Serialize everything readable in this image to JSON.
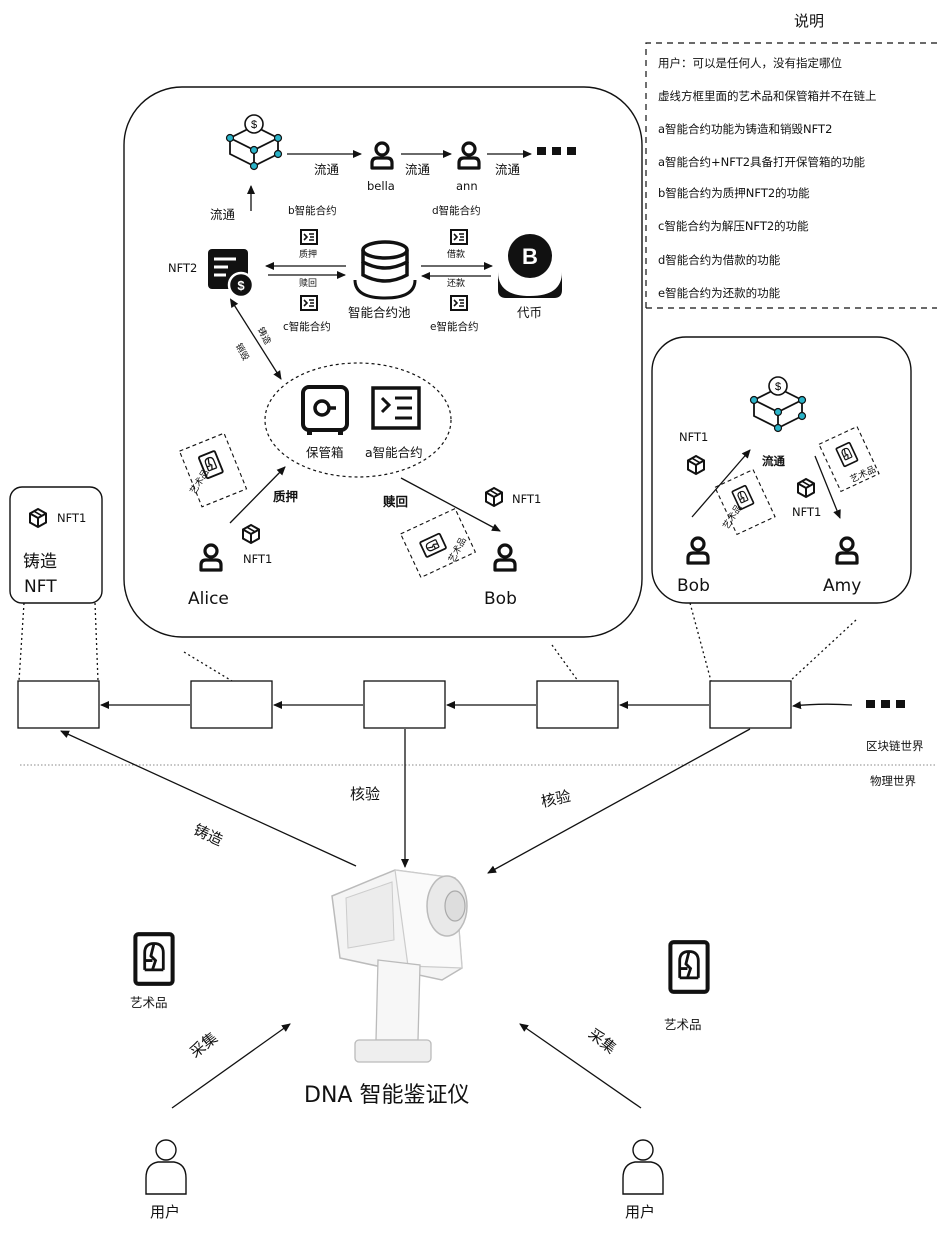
{
  "legend": {
    "title": "说明",
    "items": [
      "用户：可以是任何人，没有指定哪位",
      "虚线方框里面的艺术品和保管箱并不在链上",
      "a智能合约功能为铸造和销毁NFT2",
      "a智能合约+NFT2具备打开保管箱的功能",
      "b智能合约为质押NFT2的功能",
      "c智能合约为解压NFT2的功能",
      "d智能合约为借款的功能",
      "e智能合约为还款的功能"
    ]
  },
  "main_panel": {
    "circulate_labels": [
      "流通",
      "流通",
      "流通",
      "流通"
    ],
    "bella": "bella",
    "ann": "ann",
    "b_contract": "b智能合约",
    "d_contract": "d智能合约",
    "c_contract": "c智能合约",
    "e_contract": "e智能合约",
    "pledge": "质押",
    "redeem": "赎回",
    "borrow": "借款",
    "repay": "还款",
    "nft2": "NFT2",
    "pool": "智能合约池",
    "token": "代币",
    "mint_vertical": "铸造",
    "burn_vertical": "销毁",
    "safe_box": "保管箱",
    "a_contract": "a智能合约",
    "pledge_bold": "质押",
    "redeem_bold": "赎回",
    "nft1_a": "NFT1",
    "nft1_b": "NFT1",
    "artwork_small": "艺术品",
    "alice": "Alice",
    "bob": "Bob"
  },
  "right_panel": {
    "nft1_a": "NFT1",
    "nft1_b": "NFT1",
    "circulate": "流通",
    "artwork_small": "艺术品",
    "bob": "Bob",
    "amy": "Amy"
  },
  "left_panel": {
    "nft1": "NFT1",
    "mint_line1": "铸造",
    "mint_line2": "NFT"
  },
  "chain": {
    "blockchain_world": "区块链世界",
    "physical_world": "物理世界"
  },
  "physical": {
    "verify_left": "核验",
    "verify_right": "核验",
    "mint": "铸造",
    "collect_left": "采集",
    "collect_right": "采集",
    "artwork_left": "艺术品",
    "artwork_right": "艺术品",
    "device": "DNA 智能鉴证仪",
    "user_left": "用户",
    "user_right": "用户"
  }
}
